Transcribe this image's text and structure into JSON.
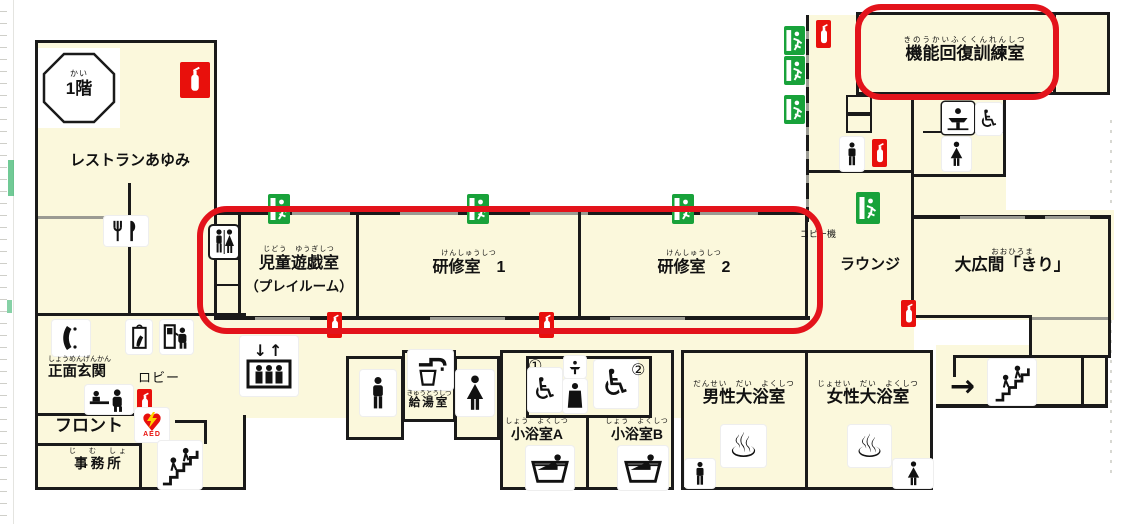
{
  "badge": {
    "furigana": "かい",
    "label": "1階"
  },
  "rooms": {
    "restaurant": {
      "name": "レストランあゆみ"
    },
    "play": {
      "furigana": "じどう　ゆうぎしつ",
      "name": "児童遊戯室",
      "sub": "（プレイルーム）"
    },
    "training1": {
      "furigana": "けんしゅうしつ",
      "name": "研修室　1"
    },
    "training2": {
      "furigana": "けんしゅうしつ",
      "name": "研修室　2"
    },
    "rehab": {
      "furigana": "きのうかいふくくんれんしつ",
      "name": "機能回復訓練室"
    },
    "lounge": {
      "name": "ラウンジ"
    },
    "copier": {
      "name": "コピー機"
    },
    "hall": {
      "furigana": "おおひろま",
      "name": "大広間「きり」"
    },
    "entrance": {
      "furigana": "しょうめんげんかん",
      "name": "正面玄関"
    },
    "lobby": {
      "name": "ロビー"
    },
    "front": {
      "name": "フロント"
    },
    "office": {
      "furigana": "じ　む　しょ",
      "name": "事務所"
    },
    "kitchenette": {
      "furigana": "きゅうとうしつ",
      "name": "給湯室"
    },
    "bathA": {
      "furigana": "しょう　よくしつ",
      "name": "小浴室A"
    },
    "bathB": {
      "furigana": "しょう　よくしつ",
      "name": "小浴室B"
    },
    "maleBath": {
      "furigana": "だんせい　だい　よくしつ",
      "name": "男性大浴室"
    },
    "femaleBath": {
      "furigana": "じょせい　だい　よくしつ",
      "name": "女性大浴室"
    }
  },
  "aed_label": "AED",
  "icons": {
    "onsen": "♨",
    "wheelchair": "♿",
    "elevator_arrows": "↓↑",
    "circle_one": "①",
    "circle_two": "②",
    "arrow_right": "→"
  },
  "colors": {
    "floor": "#FBF8DC",
    "wall": "#1a1a1a",
    "wall_opening": "#9b9b93",
    "highlight_red": "#E3131B",
    "exit_green": "#18A23A",
    "extinguisher_red": "#E8100C",
    "aed_heart": "#E8100C",
    "aed_bolt": "#FFD400"
  }
}
